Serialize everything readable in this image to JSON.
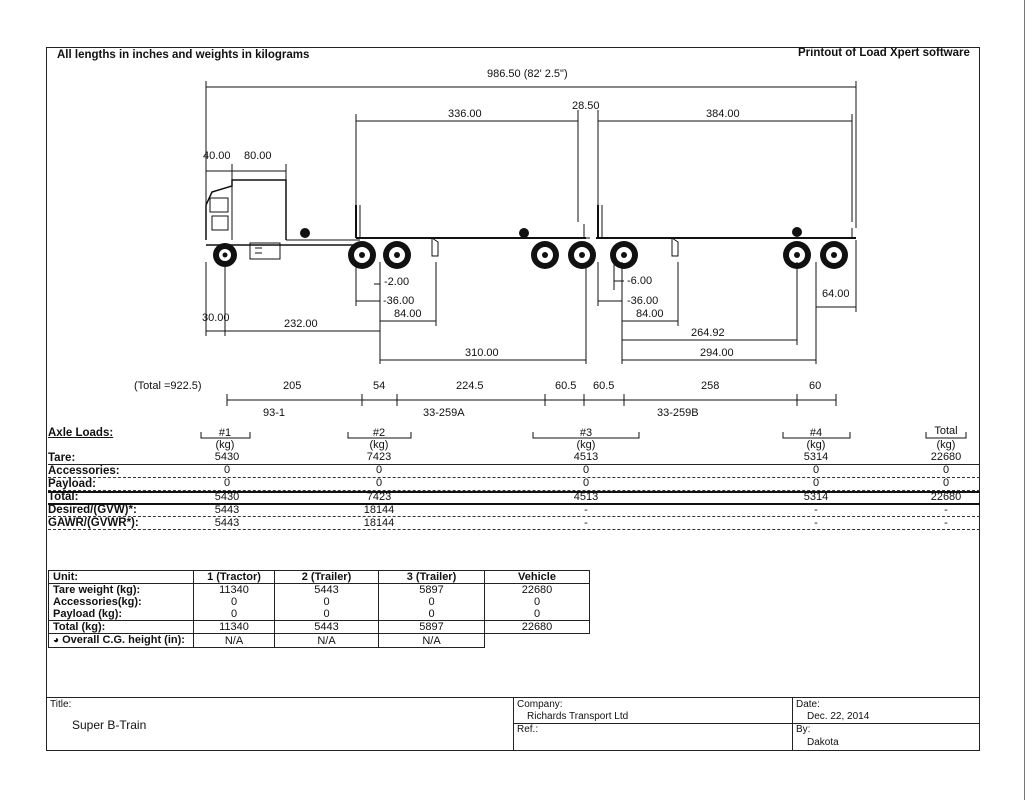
{
  "header": {
    "units_note": "All lengths in inches and weights in kilograms",
    "software": "Printout of Load Xpert software"
  },
  "drawing": {
    "dims": {
      "overall": "986.50 (82' 2.5\")",
      "d336": "336.00",
      "d2850": "28.50",
      "d384": "384.00",
      "d40": "40.00",
      "d80": "80.00",
      "dm2": "-2.00",
      "d36a": "-36.00",
      "d84a": "84.00",
      "d30": "30.00",
      "d232": "232.00",
      "d310": "310.00",
      "d6": "-6.00",
      "d36b": "-36.00",
      "d84b": "84.00",
      "d26492": "264.92",
      "d294": "294.00",
      "d64": "64.00"
    }
  },
  "spacing": {
    "total": "(Total =922.5)",
    "values": [
      "205",
      "54",
      "224.5",
      "60.5",
      "60.5",
      "258",
      "60"
    ],
    "groups": [
      "93-1",
      "33-259A",
      "33-259B"
    ]
  },
  "axle_loads": {
    "title": "Axle Loads:",
    "columns": [
      {
        "name": "#1",
        "unit": "(kg)"
      },
      {
        "name": "#2",
        "unit": "(kg)"
      },
      {
        "name": "#3",
        "unit": "(kg)"
      },
      {
        "name": "#4",
        "unit": "(kg)"
      },
      {
        "name": "Total",
        "unit": "(kg)"
      }
    ],
    "rows": [
      {
        "label": "Tare:",
        "values": [
          "5430",
          "7423",
          "4513",
          "5314",
          "22680"
        ]
      },
      {
        "label": "Accessories:",
        "values": [
          "0",
          "0",
          "0",
          "0",
          "0"
        ]
      },
      {
        "label": "Payload:",
        "values": [
          "0",
          "0",
          "0",
          "0",
          "0"
        ]
      },
      {
        "label": "Total:",
        "values": [
          "5430",
          "7423",
          "4513",
          "5314",
          "22680"
        ]
      },
      {
        "label": "Desired/(GVW)*:",
        "values": [
          "5443",
          "18144",
          "-",
          "-",
          "-"
        ]
      },
      {
        "label": "GAWR/(GVWR*):",
        "values": [
          "5443",
          "18144",
          "-",
          "-",
          "-"
        ]
      }
    ]
  },
  "units_table": {
    "header": [
      "Unit:",
      "1 (Tractor)",
      "2 (Trailer)",
      "3 (Trailer)",
      "Vehicle"
    ],
    "rows": [
      {
        "label": "Tare weight (kg):",
        "values": [
          "11340",
          "5443",
          "5897",
          "22680"
        ]
      },
      {
        "label": "Accessories(kg):",
        "values": [
          "0",
          "0",
          "0",
          "0"
        ]
      },
      {
        "label": "Payload (kg):",
        "values": [
          "0",
          "0",
          "0",
          "0"
        ]
      },
      {
        "label": "Total (kg):",
        "values": [
          "11340",
          "5443",
          "5897",
          "22680"
        ]
      }
    ],
    "cg_row": {
      "label": "Overall C.G. height (in):",
      "values": [
        "N/A",
        "N/A",
        "N/A"
      ]
    }
  },
  "footer": {
    "title_label": "Title:",
    "title": "Super B-Train",
    "company_label": "Company:",
    "company": "Richards Transport Ltd",
    "ref_label": "Ref.:",
    "date_label": "Date:",
    "date": "Dec. 22, 2014",
    "by_label": "By:",
    "by": "Dakota"
  }
}
